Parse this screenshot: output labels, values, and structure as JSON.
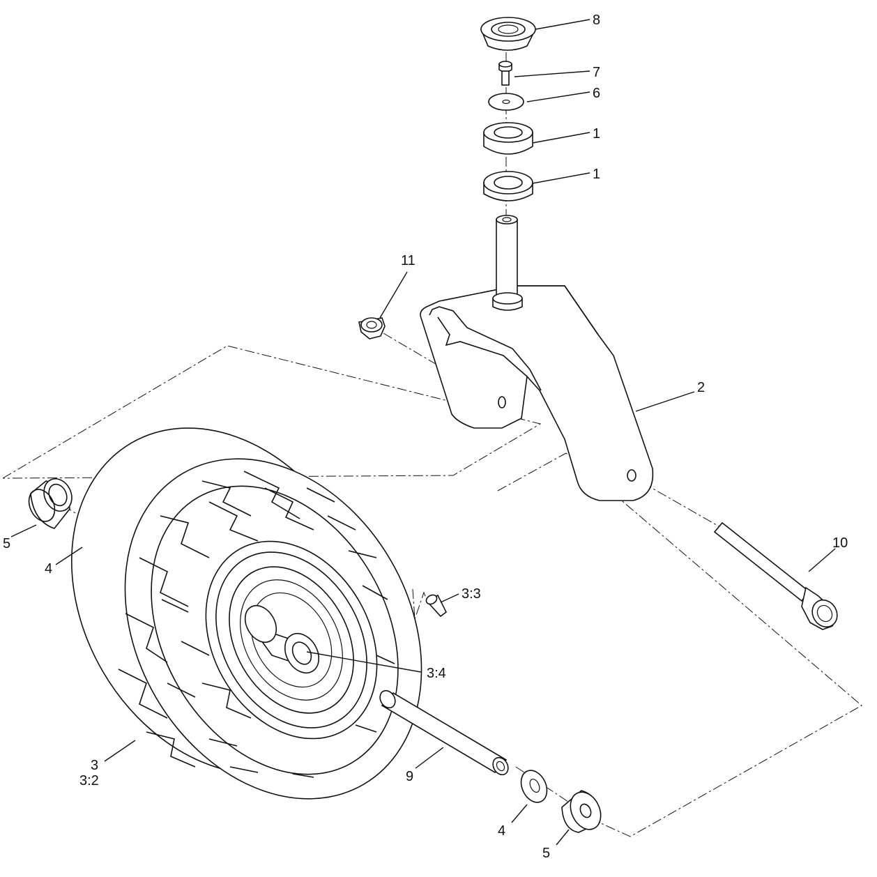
{
  "callouts": {
    "c8": "8",
    "c7": "7",
    "c6": "6",
    "c1a": "1",
    "c1b": "1",
    "c11": "11",
    "c2": "2",
    "c10": "10",
    "c33": "3:3",
    "c34": "3:4",
    "c5a": "5",
    "c4a": "4",
    "c3": "3",
    "c32": "3:2",
    "c9": "9",
    "c4b": "4",
    "c5b": "5"
  }
}
